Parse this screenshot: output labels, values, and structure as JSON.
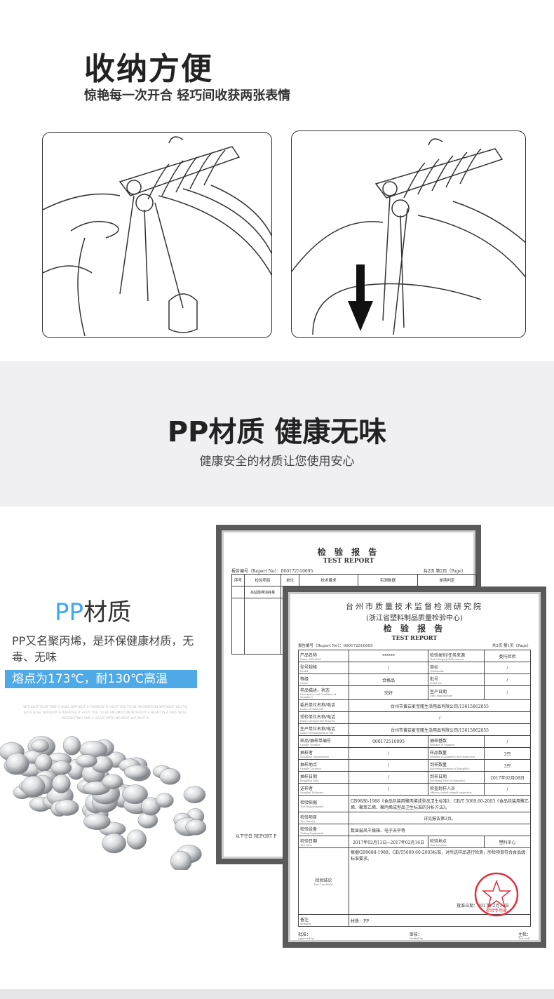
{
  "section1": {
    "title": "收纳方便",
    "subtitle": "惊艳每一次开合 轻巧间收获两张表情"
  },
  "section2": {
    "title": "PP材质 健康无味",
    "subtitle": "健康安全的材质让您使用安心"
  },
  "section3": {
    "title_pp": "PP",
    "title_rest": "材质",
    "desc": "PP又名聚丙烯，是环保健康材质，无毒、无味",
    "highlight": "熔点为173℃，耐130℃高温",
    "fine_print": "WITHOUT YOUR TIME A GOAL WITHOUT A PURPOSE IT HOUT YOU TO BE AN EMOTION WITHOUT YOU TO GO A GOAL WITHOUT A PURPOSE IT HOUT YOU TO BE AN EMOTION WITHOUT A HEART IN A FACE WITH INTERESTING AND A HEART WITH NO BEAT WITHOUT A"
  },
  "report_back": {
    "title": "检 验 报 告",
    "title_en": "TEST REPORT",
    "report_no": "报告编号（Report No）：000172510095",
    "page": "共2页 第2页（Page）",
    "headers": [
      "序号",
      "检验项目",
      "单位",
      "技术要求",
      "实测数据",
      "单项判定"
    ],
    "row_label": "高锰酸钾消耗量",
    "footer": "以下空白 REPORT F"
  },
  "report_front": {
    "institute": "台州市质量技术监督检测研究院",
    "center": "(浙江省塑料制品质量检验中心)",
    "title": "检 验 报 告",
    "title_en": "TEST REPORT",
    "report_no": "报告编号（Report No）：000172510095",
    "page": "共2页 第1页（Page）",
    "rows": [
      [
        "产品名称",
        "Name of Product",
        "******",
        "检验类别/任务来源",
        "Test Category/Task sources",
        "委托检验"
      ],
      [
        "型号规格",
        "Model",
        "/",
        "商标",
        "Trademark",
        "/"
      ],
      [
        "等级",
        "Grade",
        "合格品",
        "批号",
        "Serial No",
        "/"
      ],
      [
        "样品描述、状态",
        "Description and Condition of Sample(s)",
        "完好",
        "生产日期",
        "Date Manufacture",
        "/"
      ],
      [
        "样品/抽样单编号",
        "Sample Number",
        "000172510095",
        "抽样基数",
        "Number of Samples",
        "/"
      ],
      [
        "抽样者",
        "Sampling Organization",
        "/",
        "样品数量",
        "Number of Sample(s) for Inspection",
        "3只"
      ],
      [
        "抽样地点",
        "Sample Location",
        "/",
        "到样数量",
        "Receiving Number of Sample(s)",
        "3只"
      ],
      [
        "抽样日期",
        "Sampling Date",
        "/",
        "到样日期",
        "Receiving Date of Sample(s)",
        "2017年02月08日"
      ],
      [
        "送样者",
        "Sampled Deliverer",
        "/",
        "检查封样人员",
        "Officers sealed sample inspection",
        "/"
      ]
    ],
    "wide_rows": [
      [
        "委托单位名称/电话",
        "Name of Client/Tel",
        "台州市黄岩麦宝隆生活用品有限公司/13615862855"
      ],
      [
        "受检单位名称/电话",
        "Name of Inspected Firm/Tel",
        "/"
      ],
      [
        "生产单位名称/电话",
        "Name of Manufacturer/Tel",
        "台州市黄岩麦宝隆生活用品有限公司/13615862855"
      ]
    ],
    "req": [
      "检验依据",
      "Test Requirements",
      "GB9688-1988《食品包装用聚丙烯成型品卫生标准》、GB/T 5009.60-2003《食品包装用聚乙烯、聚苯乙烯、聚丙烯成型品卫生标准的分析方法》。"
    ],
    "items": [
      "检验项目",
      "Test Item(s)",
      "详见报告第2页。"
    ],
    "equip": [
      "检验设备",
      "Testing Equipment",
      "数显鼓风干燥箱、电子天平等"
    ],
    "date": [
      "检验日期",
      "Test Date",
      "2017年02月13日~2017年02月16日",
      "检验地点",
      "Test Location",
      "塑料中心"
    ],
    "conclusion": [
      "检验结论",
      "Test Conclusion",
      "根据GB9688-1988、GB/T5009.60-2003标准，对所送样品进行检测，所检项目符合食品级标准要求。",
      "批准日期：2017年2月17日"
    ],
    "remarks": [
      "备注",
      "Remarks",
      "材质：PP"
    ],
    "sign": [
      "批准：",
      "Approved by",
      "审核：",
      "Verified by",
      "主检：",
      "Test staff"
    ],
    "stamp": "检验专用章"
  }
}
